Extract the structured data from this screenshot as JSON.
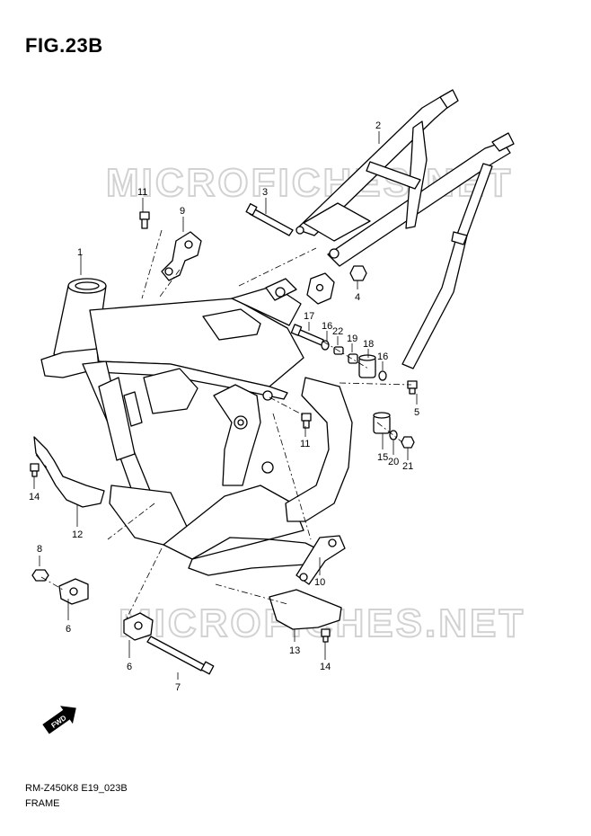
{
  "figure": {
    "title": "FIG.23B"
  },
  "footer": {
    "code": "RM-Z450K8 E19_023B",
    "name": "FRAME"
  },
  "watermark": {
    "text": "MICROFICHES.NET"
  },
  "callouts": {
    "c1": "1",
    "c2": "2",
    "c3": "3",
    "c4": "4",
    "c5": "5",
    "c6a": "6",
    "c6b": "6",
    "c7": "7",
    "c8": "8",
    "c9": "9",
    "c10": "10",
    "c11a": "11",
    "c11b": "11",
    "c12": "12",
    "c13": "13",
    "c14a": "14",
    "c14b": "14",
    "c15": "15",
    "c16a": "16",
    "c16b": "16",
    "c17": "17",
    "c18": "18",
    "c19": "19",
    "c20": "20",
    "c21": "21",
    "c22": "22"
  },
  "fwd_badge": "FWD"
}
